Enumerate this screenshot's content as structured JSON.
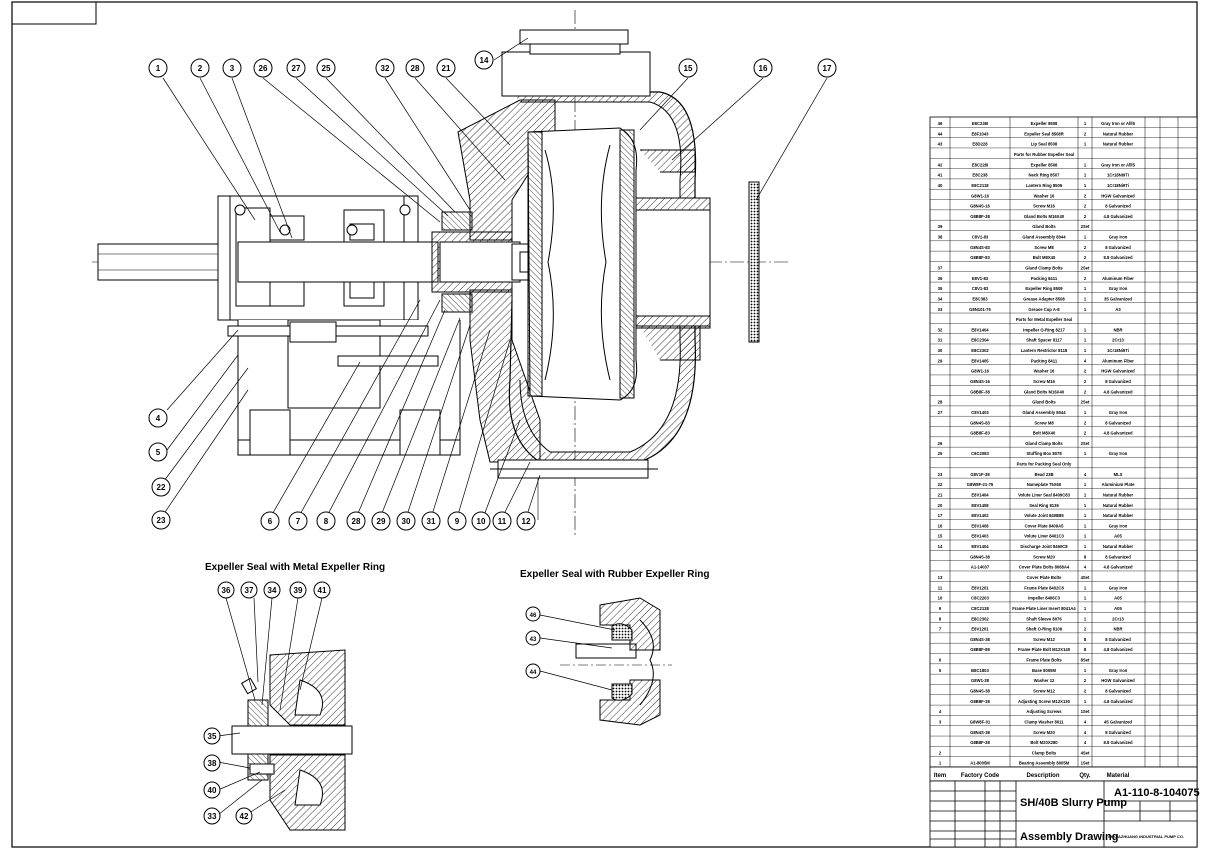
{
  "main_view": {
    "balloons": [
      "1",
      "2",
      "3",
      "26",
      "27",
      "25",
      "32",
      "28",
      "21",
      "14",
      "15",
      "16",
      "17",
      "4",
      "5",
      "22",
      "23",
      "6",
      "7",
      "8",
      "28",
      "29",
      "30",
      "31",
      "9",
      "10",
      "11",
      "12"
    ]
  },
  "detail_metal": {
    "title": "Expeller Seal with Metal Expeller Ring",
    "balloons": [
      "36",
      "37",
      "34",
      "39",
      "41",
      "35",
      "38",
      "40",
      "33",
      "42"
    ]
  },
  "detail_rubber": {
    "title": "Expeller Seal with Rubber Expeller Ring",
    "balloons": [
      "46",
      "43",
      "44"
    ]
  },
  "bom": {
    "header": {
      "item": "Item",
      "code": "Factory Code",
      "desc": "Description",
      "qty": "Qty.",
      "mat": "Material"
    },
    "rows": [
      [
        "46",
        "E8C238I",
        "Expeller 8508",
        "1",
        "Gray Iron or Alll5"
      ],
      [
        "44",
        "E8F1043",
        "Expeller Seal 8508R",
        "2",
        "Natural Rubber"
      ],
      [
        "43",
        "E8D228",
        "Lip Seal 8508",
        "1",
        "Natural Rubber"
      ],
      [
        "",
        "",
        "Parts for Rubber Expeller Seal",
        "",
        ""
      ],
      [
        "42",
        "E8C228I",
        "Expeller 8508",
        "1",
        "Gray Iron or Alll5"
      ],
      [
        "41",
        "E8C238",
        "Neck Ring 8507",
        "1",
        "1Cr18Ni9Ti"
      ],
      [
        "40",
        "E8C2118",
        "Lantern Ring 8506",
        "1",
        "1Cr18Ni9Ti"
      ],
      [
        "",
        "G8W1-16",
        "Washer 16",
        "2",
        "HGW Galvanized"
      ],
      [
        "",
        "G8N4S-16",
        "Screw M16",
        "2",
        "8 Galvanized"
      ],
      [
        "",
        "G8B8F-38",
        "Gland Bolts M16X40",
        "2",
        "4.8 Galvanized"
      ],
      [
        "39",
        "",
        "Gland Bolts",
        "2Set",
        ""
      ],
      [
        "38",
        "C8V1-83",
        "Gland Assembly 8044",
        "1",
        "Gray Iron"
      ],
      [
        "",
        "G8N4S-83",
        "Screw M8",
        "2",
        "8 Galvanized"
      ],
      [
        "",
        "G8B8F-83",
        "Bolt M8X40",
        "2",
        "8.8 Galvanized"
      ],
      [
        "37",
        "",
        "Gland Clamp Bolts",
        "2Set",
        ""
      ],
      [
        "36",
        "E8V1-83",
        "Packing 8411",
        "2",
        "Aluminum Fiber"
      ],
      [
        "35",
        "C8V1-83",
        "Expeller Ring 8509",
        "1",
        "Gray Iron"
      ],
      [
        "34",
        "E8C383",
        "Grease Adapter 8508",
        "1",
        "35 Galvanized"
      ],
      [
        "33",
        "G8N101-75",
        "Grease Cup A-8",
        "1",
        "A3"
      ],
      [
        "",
        "",
        "Parts for Metal Expeller Seal",
        "",
        ""
      ],
      [
        "32",
        "E8V1404",
        "Impeller O-Ring 8217",
        "1",
        "NBR"
      ],
      [
        "31",
        "E8C2304",
        "Shaft Spacer 8117",
        "1",
        "2Cr13"
      ],
      [
        "30",
        "E8C2302",
        "Lantern Restrictor 8118",
        "1",
        "1Cr18Ni9Ti"
      ],
      [
        "29",
        "E8V1405",
        "Packing 8411",
        "4",
        "Aluminum Fiber"
      ],
      [
        "",
        "G8W1-16",
        "Washer 16",
        "2",
        "HGW Galvanized"
      ],
      [
        "",
        "G8N4S-16",
        "Screw M16",
        "2",
        "8 Galvanized"
      ],
      [
        "",
        "G8B8F-38",
        "Gland Bolts M16X40",
        "2",
        "4.8 Galvanized"
      ],
      [
        "28",
        "",
        "Gland Bolts",
        "2Set",
        ""
      ],
      [
        "27",
        "C8V1403",
        "Gland Assembly 8044",
        "1",
        "Gray Iron"
      ],
      [
        "",
        "G8N4S-83",
        "Screw M8",
        "2",
        "8 Galvanized"
      ],
      [
        "",
        "G8B8F-83",
        "Bolt M8X40",
        "2",
        "4.8 Galvanized"
      ],
      [
        "26",
        "",
        "Gland Clamp Bolts",
        "2Set",
        ""
      ],
      [
        "25",
        "C8C2083",
        "Stuffing Box 8078",
        "1",
        "Gray Iron"
      ],
      [
        "",
        "",
        "Parts for Packing Seal Only",
        "",
        ""
      ],
      [
        "23",
        "G8V1F-38",
        "Bead 23B",
        "4",
        "MLS"
      ],
      [
        "22",
        "G8W8F-21-75",
        "Nameplate 75X60",
        "1",
        "Aluminium Plate"
      ],
      [
        "21",
        "E8V1404",
        "Volute Liner Seal 8409C83",
        "1",
        "Natural Rubber"
      ],
      [
        "20",
        "E8V1408",
        "Seal Ring 8136",
        "1",
        "Natural Rubber"
      ],
      [
        "17",
        "E8V1402",
        "Volute Joint 8408B5",
        "1",
        "Natural Rubber"
      ],
      [
        "16",
        "E8V1408",
        "Cover Plate 8409A5",
        "1",
        "Gray Iron"
      ],
      [
        "15",
        "E8V1403",
        "Volute Liner 8401C3",
        "1",
        "A05"
      ],
      [
        "14",
        "E8V1404",
        "Discharge Joint 8460C8",
        "1",
        "Natural Rubber"
      ],
      [
        "",
        "G8N4S-38",
        "Screw M20",
        "8",
        "8 Galvanized"
      ],
      [
        "",
        "A1-14037",
        "Cover Plate Bolts 8068A4",
        "4",
        "4.8 Galvanized"
      ],
      [
        "13",
        "",
        "Cover Plate Bolts",
        "4Set",
        ""
      ],
      [
        "11",
        "E8V1201",
        "Frame Plate 8402C8",
        "1",
        "Gray Iron"
      ],
      [
        "10",
        "C8C2203",
        "Impeller 8406C3",
        "1",
        "A05"
      ],
      [
        "9",
        "C8C2138",
        "Frame Plate Liner Insert 8041A4",
        "1",
        "A05"
      ],
      [
        "8",
        "E8C2302",
        "Shaft Sleeve 8076",
        "1",
        "2Cr13"
      ],
      [
        "7",
        "E8V1201",
        "Shaft O-Ring 8109",
        "2",
        "NBR"
      ],
      [
        "",
        "G8N4S-38",
        "Screw M12",
        "8",
        "8 Galvanized"
      ],
      [
        "",
        "G8B8F-88",
        "Frame Plate Bolt M12X140",
        "8",
        "4.8 Galvanized"
      ],
      [
        "6",
        "",
        "Frame Plate Bolts",
        "8Set",
        ""
      ],
      [
        "5",
        "B8C1803",
        "Base 8005M",
        "1",
        "Gray Iron"
      ],
      [
        "",
        "G8W1-38",
        "Washer 12",
        "2",
        "HGW Galvanized"
      ],
      [
        "",
        "G8N4S-38",
        "Screw M12",
        "2",
        "8 Galvanized"
      ],
      [
        "",
        "G8B8F-38",
        "Adjusting Screw M12X130",
        "1",
        "4.8 Galvanized"
      ],
      [
        "4",
        "",
        "Adjusting Screws",
        "1Set",
        ""
      ],
      [
        "3",
        "G8W8F-01",
        "Clamp Washer 8011",
        "4",
        "45 Galvanized"
      ],
      [
        "",
        "G8N4S-38",
        "Screw M20",
        "4",
        "8 Galvanized"
      ],
      [
        "",
        "G8B8F-38",
        "Bolt M20X280",
        "4",
        "8.8 Galvanized"
      ],
      [
        "2",
        "",
        "Clamp Bolts",
        "4Set",
        ""
      ],
      [
        "1",
        "A1-8005M",
        "Bearing Assembly 8005M",
        "1Set",
        ""
      ]
    ]
  },
  "title_block": {
    "drawing_no": "A1-110-8-104075",
    "name": "SH/40B Slurry Pump",
    "drawing_type": "Assembly Drawing",
    "company": "SHIJIAZHUANG INDUSTRIAL PUMP CO."
  }
}
